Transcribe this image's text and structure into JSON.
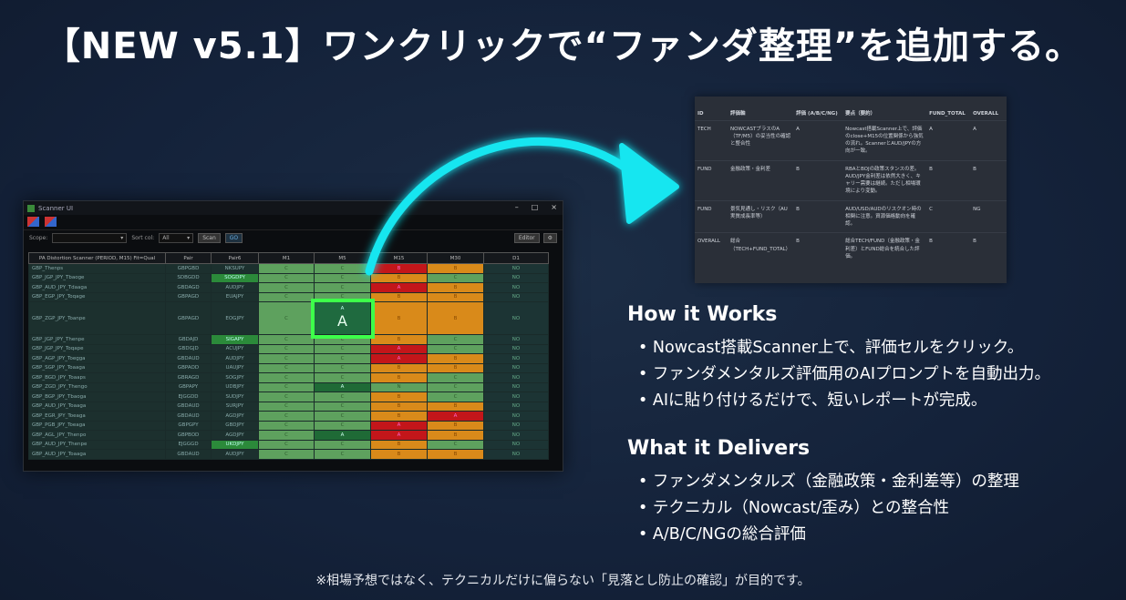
{
  "title": "【NEW v5.1】ワンクリックで“ファンダ整理”を追加する。",
  "scanner": {
    "window_title": "Scanner UI",
    "controls": [
      "–",
      "□",
      "×"
    ],
    "filters": {
      "scope_label": "Scope:",
      "scope_value": "",
      "sort_label": "Sort col:",
      "sort_value": "All",
      "scan_label": "Scan",
      "go_label": "GO",
      "right_btn": "Editor",
      "settings_btn": "⚙"
    },
    "headers": [
      "PA Distortion Scanner (PERIOD, M15) Fit=Qual",
      "Pair",
      "Pair6",
      "M1",
      "M5",
      "M15",
      "M30",
      "D1"
    ],
    "rows": [
      [
        "GBP_Thenps",
        "GBPGBD",
        "NKSUPY",
        "C",
        "C",
        "B",
        "B",
        "NO"
      ],
      [
        "GBP_JGP_JPY_Tbaoge",
        "SDBGDD",
        "SOGDPY",
        "C",
        "C",
        "B",
        "C",
        "NO"
      ],
      [
        "GBP_AUD_JPY_Tdaaga",
        "GBDAGD",
        "AUDJPY",
        "C",
        "C",
        "A",
        "B",
        "NO"
      ],
      [
        "GBP_EGP_JPY_Toqage",
        "GBPAGD",
        "EUAJPY",
        "C",
        "C",
        "B",
        "B",
        "NO"
      ],
      [
        "GBP_ZGP_JPY_Toanpe",
        "GBPAGD",
        "EOGJPY",
        "C",
        "A",
        "B",
        "B",
        "NO"
      ],
      [
        "GBP_JGP_JPY_Thenpe",
        "GBDAJD",
        "SIGAPY",
        "C",
        "C",
        "B",
        "C",
        "NO"
      ],
      [
        "GBP_JGP_JPY_Toqape",
        "GBDGJD",
        "ACUJPY",
        "C",
        "C",
        "A",
        "C",
        "NO"
      ],
      [
        "GBP_AGP_JPY_Toegga",
        "GBDAUD",
        "AUDJPY",
        "C",
        "C",
        "A",
        "B",
        "NO"
      ],
      [
        "GBP_SGP_JPY_Toaaga",
        "GBPAOD",
        "UAUJPY",
        "C",
        "C",
        "B",
        "B",
        "NO"
      ],
      [
        "GBP_BGD_JPY_Toaaps",
        "GBRAGD",
        "SOGJPY",
        "C",
        "C",
        "B",
        "C",
        "NO"
      ],
      [
        "GBP_ZGD_JPY_Thengo",
        "GBPAPY",
        "UDBJPY",
        "C",
        "A",
        "N",
        "C",
        "NO"
      ],
      [
        "GBP_BGP_JPY_Tbaoga",
        "EJGGDD",
        "SUDJPY",
        "C",
        "C",
        "B",
        "C",
        "NO"
      ],
      [
        "GBP_AUD_JPY_Toaaga",
        "GBDAUD",
        "SURJPY",
        "C",
        "C",
        "B",
        "B",
        "NO"
      ],
      [
        "GBP_EGR_JPY_Toeaga",
        "GBDAUD",
        "AGDJPY",
        "C",
        "C",
        "B",
        "A",
        "NO"
      ],
      [
        "GBP_PGB_JPY_Toeaga",
        "GBPGPY",
        "GBDJPY",
        "C",
        "C",
        "A",
        "B",
        "NO"
      ],
      [
        "GBP_AGL_JPY_Thenpo",
        "GBPBOD",
        "AGDJPY",
        "C",
        "A",
        "A",
        "B",
        "NO"
      ],
      [
        "GBP_AUD_JPY_Thenpe",
        "EJGGGD",
        "UKDJPY",
        "C",
        "C",
        "B",
        "C",
        "NO"
      ],
      [
        "GBP_AUD_JPY_Toaaga",
        "GBDAUD",
        "AUDJPY",
        "C",
        "C",
        "B",
        "B",
        "NO"
      ]
    ],
    "cell_colors": [
      [
        "g",
        "g",
        "r",
        "o"
      ],
      [
        "g",
        "g",
        "o",
        "g"
      ],
      [
        "g",
        "g",
        "r",
        "o"
      ],
      [
        "g",
        "g",
        "o",
        "o"
      ],
      [
        "g",
        "g",
        "o",
        "o"
      ],
      [
        "g",
        "g",
        "o",
        "g"
      ],
      [
        "g",
        "g",
        "r",
        "g"
      ],
      [
        "g",
        "g",
        "r",
        "o"
      ],
      [
        "g",
        "g",
        "o",
        "o"
      ],
      [
        "g",
        "g",
        "o",
        "g"
      ],
      [
        "g",
        "dg",
        "g",
        "g"
      ],
      [
        "g",
        "g",
        "o",
        "g"
      ],
      [
        "g",
        "g",
        "o",
        "o"
      ],
      [
        "g",
        "g",
        "o",
        "r"
      ],
      [
        "g",
        "g",
        "r",
        "o"
      ],
      [
        "g",
        "dg",
        "r",
        "o"
      ],
      [
        "g",
        "g",
        "o",
        "g"
      ],
      [
        "g",
        "g",
        "o",
        "o"
      ]
    ],
    "pair6_highlight": [
      1,
      5,
      16
    ],
    "selected_cell": "A"
  },
  "report": {
    "headers": [
      "ID",
      "評価軸",
      "評価 (A/B/C/NG)",
      "要点（要約）",
      "FUND_TOTAL",
      "OVERALL"
    ],
    "rows": [
      [
        "TECH",
        "NOWCASTブラスのA（TF/M5）の妥当性の確認と整合性",
        "A",
        "Nowcast搭載Scanner上で、評価のclose+M15の位置関係から強気の流れ。ScannerとAUD/JPYの方向が一致。",
        "A",
        "A"
      ],
      [
        "FUND",
        "金融政策・金利差",
        "B",
        "RBAとBOJの政策スタンスの差。AUD/JPY金利差は依然大きく、キャリー需要は継続。ただし相場環境により変動。",
        "B",
        "B"
      ],
      [
        "FUND",
        "景気見通し・リスク（AU実質成長率等）",
        "B",
        "AUD/USD/AUDのリスクオン時の相関に注意。資源価格動向を確認。",
        "C",
        "NG"
      ],
      [
        "OVERALL",
        "総合（TECH+FUND_TOTAL）",
        "B",
        "総合TECH/FUND（金融政策・金利差）とFUND総合を統合した評価。",
        "B",
        "B"
      ]
    ]
  },
  "how_it_works": {
    "title": "How it Works",
    "items": [
      "Nowcast搭載Scanner上で、評価セルをクリック。",
      "ファンダメンタルズ評価用のAIプロンプトを自動出力。",
      "AIに貼り付けるだけで、短いレポートが完成。"
    ]
  },
  "delivers": {
    "title": "What it Delivers",
    "items": [
      "ファンダメンタルズ（金融政策・金利差等）の整理",
      "テクニカル（Nowcast/歪み）との整合性",
      "A/B/C/NGの総合評価"
    ]
  },
  "footnote": "※相場予想ではなく、テクニカルだけに偏らない「見落とし防止の確認」が目的です。",
  "colors": {
    "accent_arrow": "#19e6f0",
    "highlight": "#3dff4a",
    "bg": "#14223a"
  }
}
